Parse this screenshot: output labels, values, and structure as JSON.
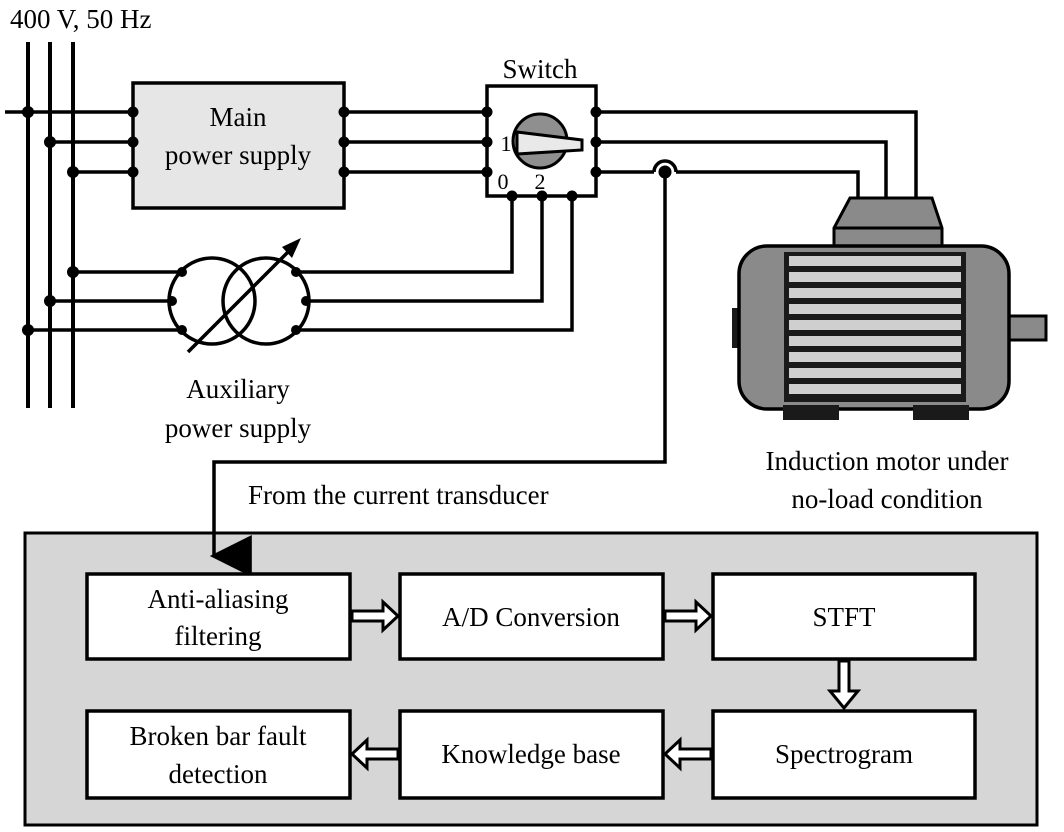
{
  "supply_label": "400 V, 50 Hz",
  "main_supply": {
    "line1": "Main",
    "line2": "power supply"
  },
  "switch": {
    "title": "Switch",
    "pos0": "0",
    "pos1": "1",
    "pos2": "2"
  },
  "aux_supply": {
    "line1": "Auxiliary",
    "line2": "power supply"
  },
  "motor": {
    "line1": "Induction motor under",
    "line2": "no-load condition"
  },
  "transducer_label": "From the current transducer",
  "blocks": {
    "anti_aliasing": {
      "line1": "Anti-aliasing",
      "line2": "filtering"
    },
    "ad_conversion": "A/D Conversion",
    "stft": "STFT",
    "spectrogram": "Spectrogram",
    "knowledge_base": "Knowledge base",
    "fault_detection": {
      "line1": "Broken bar fault",
      "line2": "detection"
    }
  },
  "colors": {
    "line": "#000000",
    "box_fill": "#ffffff",
    "main_supply_fill": "#e6e6e6",
    "panel_fill": "#d6d6d6",
    "motor_body": "#8a8a8a",
    "motor_dark": "#1a1a1a",
    "motor_light": "#cfcfcf"
  }
}
